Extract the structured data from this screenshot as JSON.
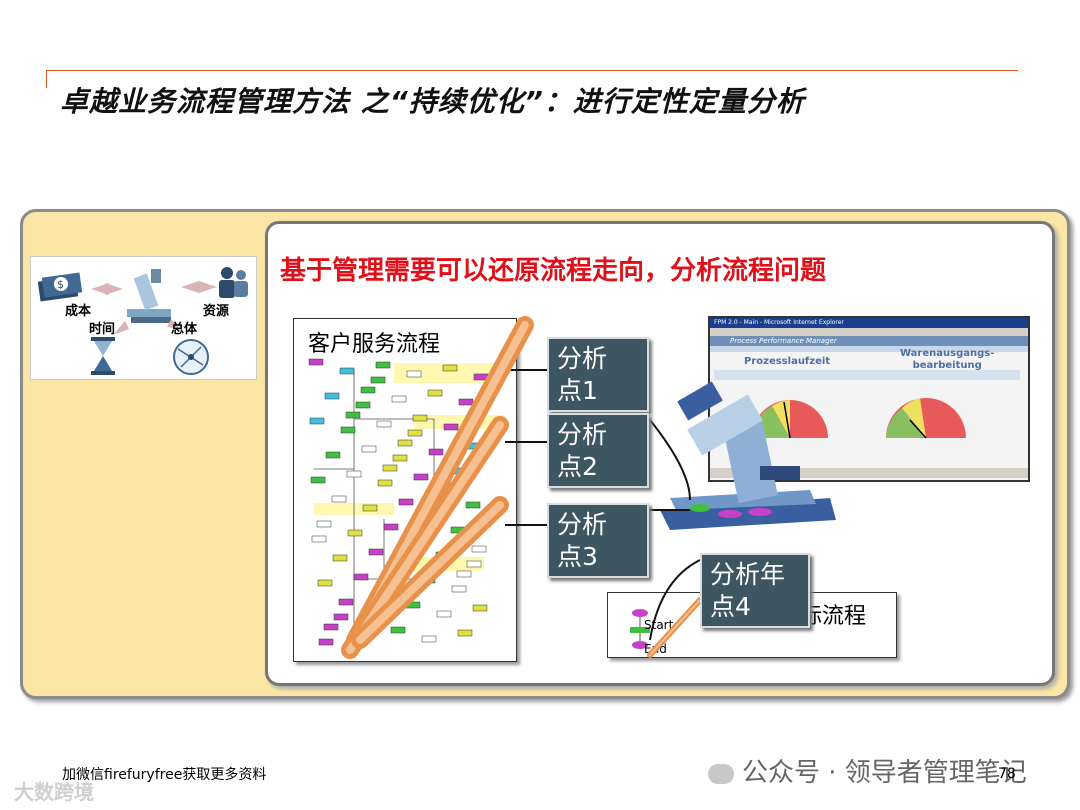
{
  "slide": {
    "title": "卓越业务流程管理方法 之“持续优化”：进行定性定量分析",
    "heading": "基于管理需要可以还原流程走向，分析流程问题",
    "icon_labels": {
      "cost": "成本",
      "resource": "资源",
      "time": "时间",
      "overall": "总体"
    },
    "flow_label": "客户服务流程",
    "callouts": [
      "分析\n点1",
      "分析\n点2",
      "分析\n点3",
      "分析年\n点4"
    ],
    "target_flow_label": "标流程",
    "mini_flow": {
      "start": "Start",
      "end": "End"
    },
    "screen": {
      "window_title": "FPM 2.0 - Main - Microsoft Internet Explorer",
      "app_title": "Process Performance Manager",
      "chart1_title": "Prozesslaufzeit",
      "chart2_title": "Warenausgangs-\nbearbeitung"
    }
  },
  "footer": {
    "left": "加微信firefuryfree获取更多资料",
    "right": "公众号 · 领导者管理笔记",
    "page": "78",
    "watermark": "大数跨境"
  },
  "colors": {
    "accent_red": "#e0101a",
    "title_rule": "#d9531e",
    "panel_fill": "#fbe6a6",
    "callout_fill": "#3d5662"
  }
}
